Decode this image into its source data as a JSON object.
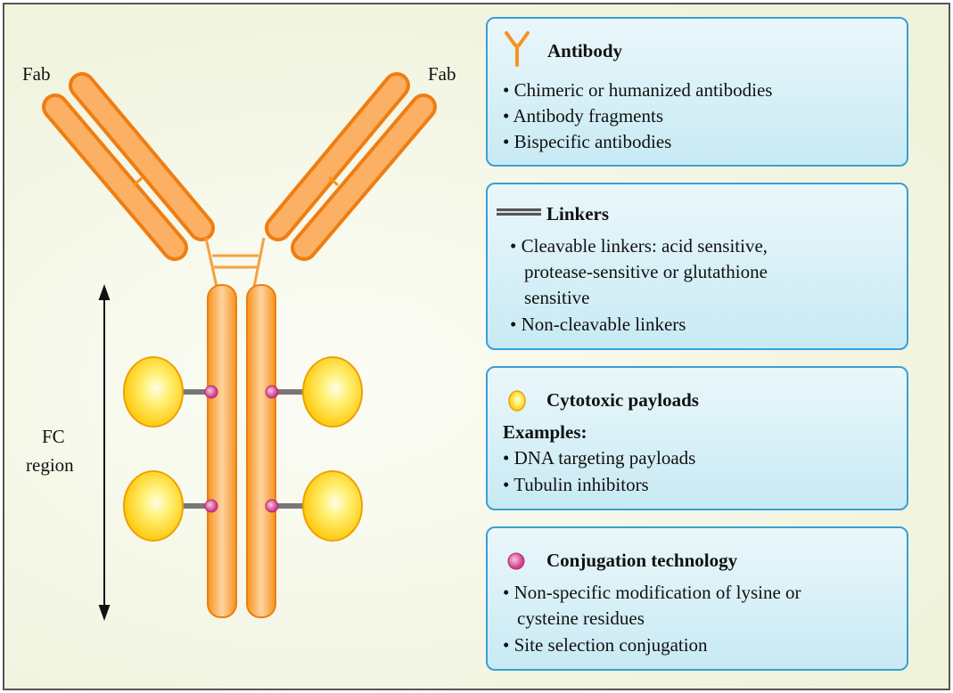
{
  "diagram": {
    "fab_left": "Fab",
    "fab_right": "Fab",
    "fc_line1": "FC",
    "fc_line2": "region"
  },
  "boxes": [
    {
      "title": "Antibody",
      "icon": "antibody-icon",
      "items": [
        "• Chimeric or humanized antibodies",
        "• Antibody fragments",
        "• Bispecific antibodies"
      ]
    },
    {
      "title": "Linkers",
      "icon": "linker-icon",
      "items": [
        "• Cleavable linkers: acid sensitive,",
        "protease-sensitive or glutathione",
        "sensitive",
        "• Non-cleavable linkers"
      ]
    },
    {
      "title": "Cytotoxic payloads",
      "icon": "payload-icon",
      "subtitle": "Examples:",
      "items": [
        "• DNA targeting payloads",
        "• Tubulin inhibitors"
      ]
    },
    {
      "title": "Conjugation technology",
      "icon": "conjugation-dot-icon",
      "items": [
        "• Non-specific modification of lysine or",
        "cysteine residues",
        "• Site selection conjugation"
      ]
    }
  ],
  "colors": {
    "antibody": "#f7931e",
    "box_border": "#3a9fd6",
    "payload": "#ffd400",
    "conjugation": "#d94f9a"
  }
}
